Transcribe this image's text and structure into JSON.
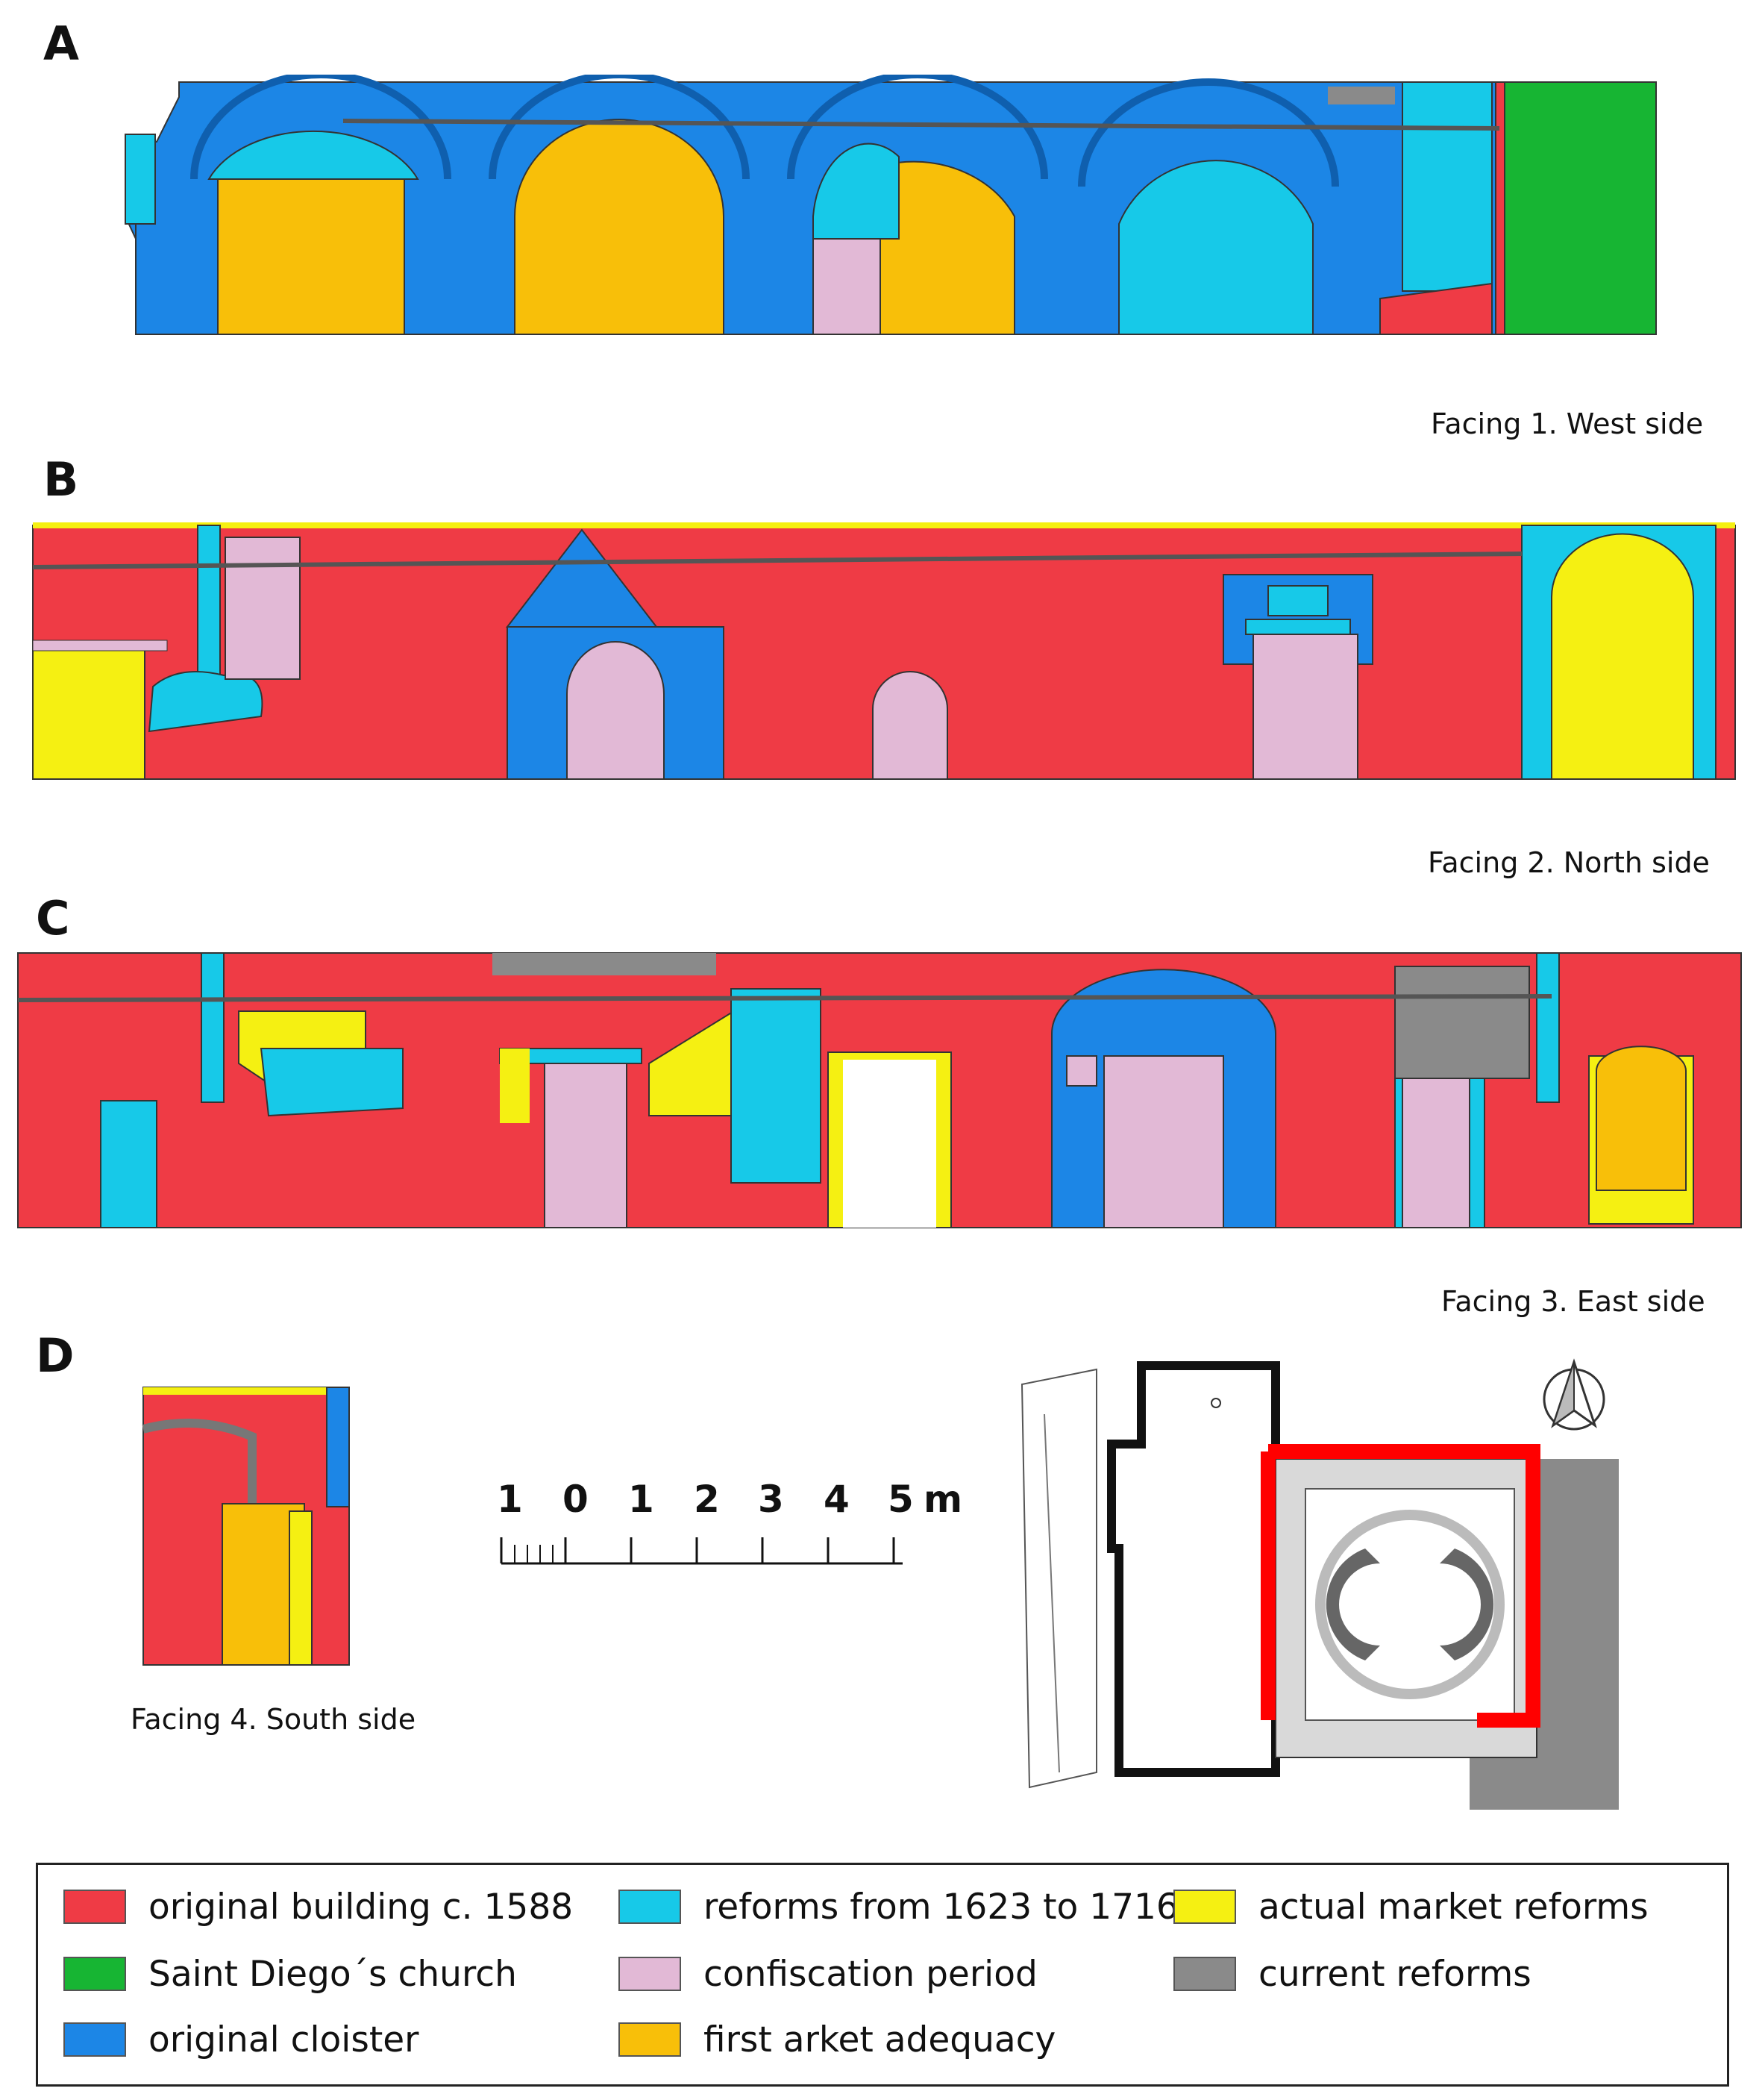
{
  "panels": [
    {
      "letter": "A",
      "caption": "Facing 1. West side"
    },
    {
      "letter": "B",
      "caption": "Facing 2. North side"
    },
    {
      "letter": "C",
      "caption": "Facing 3. East side"
    },
    {
      "letter": "D",
      "caption": "Facing 4. South side"
    }
  ],
  "scale_bar": {
    "labels": [
      "1",
      "0",
      "1",
      "2",
      "3",
      "4",
      "5"
    ],
    "unit": "m"
  },
  "legend": [
    {
      "label": "original building c. 1588",
      "color": "#ef3b45"
    },
    {
      "label": "reforms from 1623 to 1716",
      "color": "#17c9e8"
    },
    {
      "label": "actual market reforms",
      "color": "#f5f012"
    },
    {
      "label": "Saint Diego´s church",
      "color": "#17b533"
    },
    {
      "label": "confiscation period",
      "color": "#e2b9d6"
    },
    {
      "label": "current reforms",
      "color": "#8a8a8a"
    },
    {
      "label": "original cloister",
      "color": "#1c86e6"
    },
    {
      "label": "first arket adequacy",
      "color": "#f8bf09"
    }
  ],
  "colors": {
    "red": "#ef3b45",
    "cyan": "#17c9e8",
    "yellow": "#f5f012",
    "green": "#17b533",
    "pink": "#e2b9d6",
    "grey": "#8a8a8a",
    "blue": "#1c86e6",
    "orange": "#f8bf09"
  },
  "icons": {
    "north_arrow": "north-arrow-icon"
  }
}
